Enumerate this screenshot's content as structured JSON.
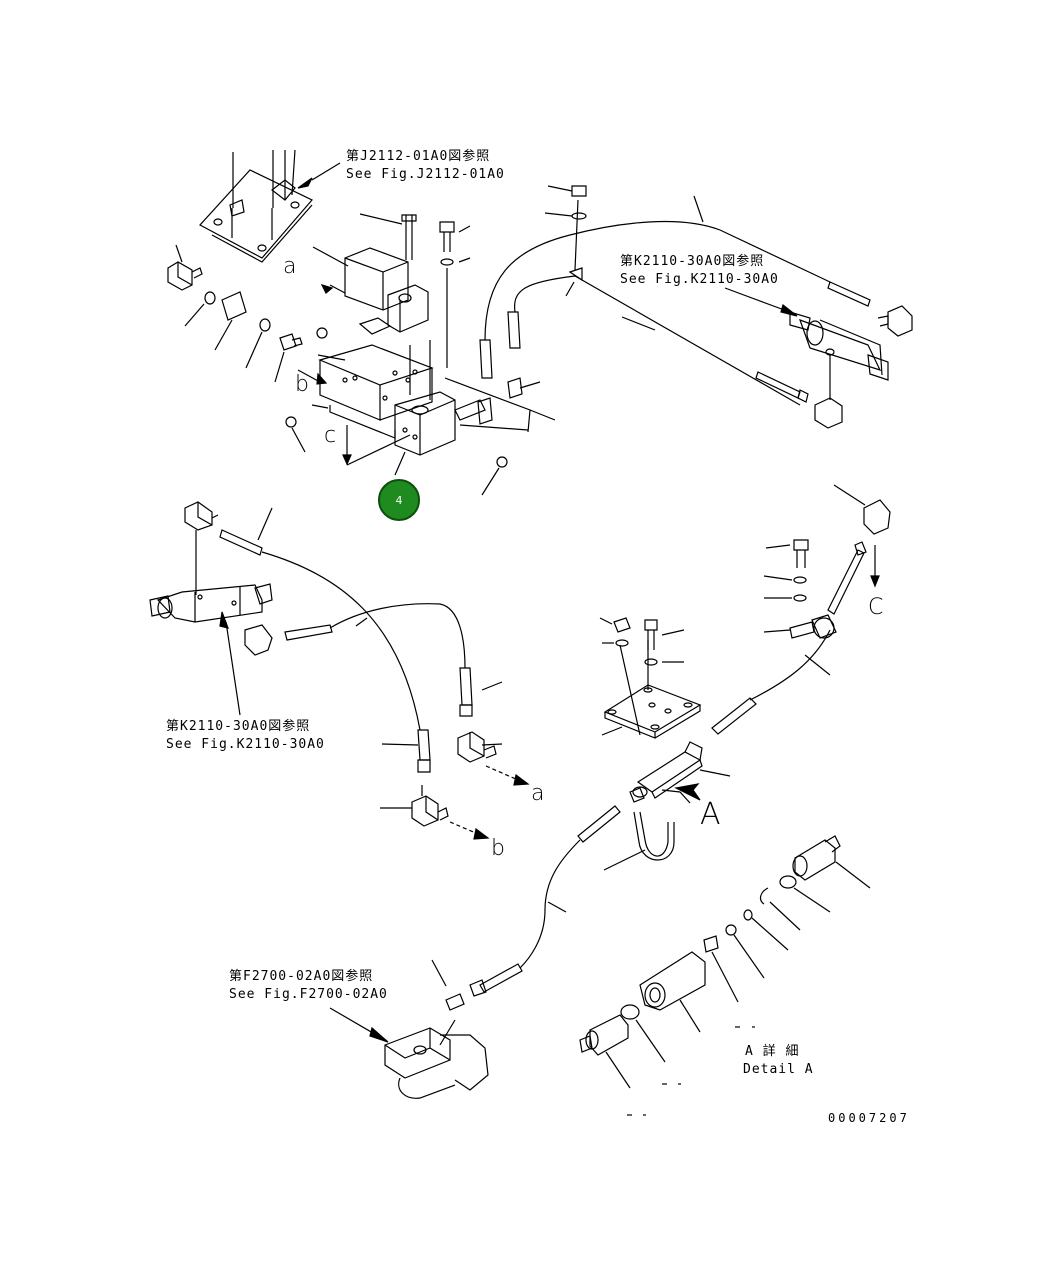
{
  "references": {
    "j2112_jp": "第J2112-01A0図参照",
    "j2112_en": "See Fig.J2112-01A0",
    "k2110_top_jp": "第K2110-30A0図参照",
    "k2110_top_en": "See Fig.K2110-30A0",
    "k2110_left_jp": "第K2110-30A0図参照",
    "k2110_left_en": "See Fig.K2110-30A0",
    "f2700_jp": "第F2700-02A0図参照",
    "f2700_en": "See Fig.F2700-02A0"
  },
  "letters": {
    "a_top": "a",
    "b_top": "b",
    "c_top": "c",
    "c_right": "C",
    "a_mid": "a",
    "b_mid": "b",
    "A_arrow": "A"
  },
  "detail": {
    "jp": "A 詳 細",
    "en": "Detail A"
  },
  "badge": {
    "number": "4",
    "color": "#1f8a1f"
  },
  "doc_number": "00007207"
}
